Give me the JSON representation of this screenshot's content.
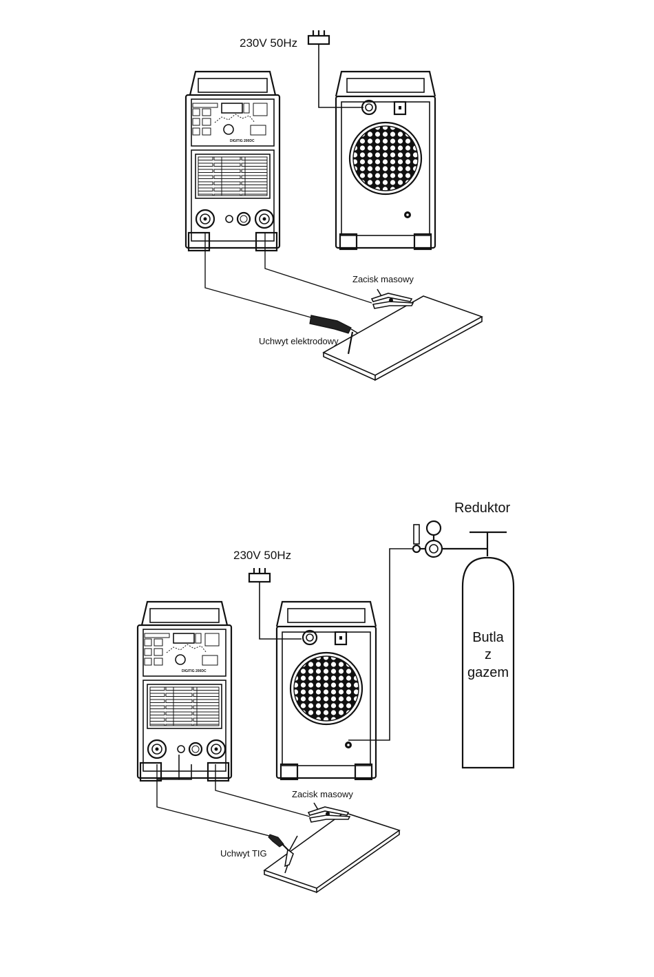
{
  "diagram_mma": {
    "power_label": "230V 50Hz",
    "clamp_label": "Zacisk masowy",
    "holder_label": "Uchwyt elektrodowy",
    "model_text": "DIGITIG 200DC"
  },
  "diagram_tig": {
    "power_label": "230V 50Hz",
    "clamp_label": "Zacisk masowy",
    "holder_label": "Uchwyt  TIG",
    "model_text": "DIGITIG 200DC",
    "regulator_label": "Reduktor",
    "cylinder_label_line1": "Butla",
    "cylinder_label_line2": "z",
    "cylinder_label_line3": "gazem"
  },
  "colors": {
    "line": "#111111",
    "background": "#ffffff"
  }
}
